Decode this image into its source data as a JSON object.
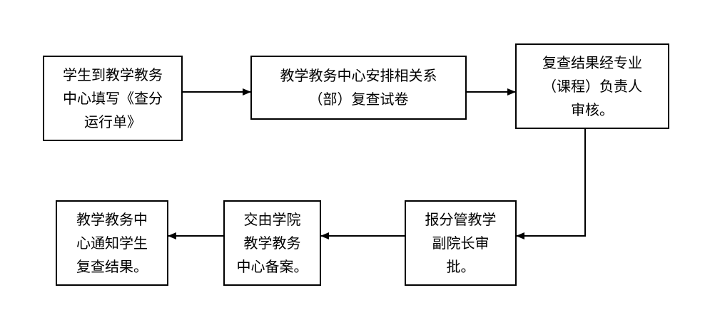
{
  "flowchart": {
    "steps": [
      {
        "id": "apply",
        "lines": [
          "学生到教学教务",
          "中心填写《查分",
          "运行单》"
        ]
      },
      {
        "id": "arrange",
        "lines": [
          "教学教务中心安排相关系",
          "（部）复查试卷"
        ]
      },
      {
        "id": "review",
        "lines": [
          "复查结果经专业",
          "（课程）负责人",
          "审核。"
        ]
      },
      {
        "id": "approve",
        "lines": [
          "报分管教学",
          "副院长审",
          "批。"
        ]
      },
      {
        "id": "archive",
        "lines": [
          "交由学院",
          "教学教务",
          "中心备案。"
        ]
      },
      {
        "id": "notify",
        "lines": [
          "教学教务中",
          "心通知学生",
          "复查结果。"
        ]
      }
    ]
  }
}
